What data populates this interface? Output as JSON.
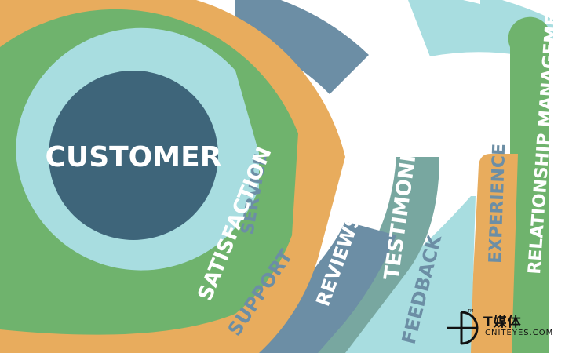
{
  "colors": {
    "teal_light": "#a8dde0",
    "green": "#6fb36d",
    "orange": "#e8ac5d",
    "slate": "#6c8ea5",
    "sage": "#78a7a0",
    "core": "#3e657a",
    "label_on_light": "#6c8ea5",
    "label_on_dark": "#ffffff"
  },
  "core": {
    "label": "CUSTOMER"
  },
  "rings": [
    {
      "label": "SERVICE",
      "color": "#a8dde0",
      "text_color": "#6c8ea5"
    },
    {
      "label": "SATISFACTION",
      "color": "#6fb36d",
      "text_color": "#ffffff"
    },
    {
      "label": "SUPPORT",
      "color": "#e8ac5d",
      "text_color": "#6c8ea5"
    },
    {
      "label": "REVIEWS",
      "color": "#6c8ea5",
      "text_color": "#ffffff"
    },
    {
      "label": "TESTIMONIALS",
      "color": "#78a7a0",
      "text_color": "#ffffff"
    },
    {
      "label": "FEEDBACK",
      "color": "#a8dde0",
      "text_color": "#6c8ea5"
    },
    {
      "label": "EXPERIENCE",
      "color": "#e8ac5d",
      "text_color": "#6c8ea5"
    },
    {
      "label": "RELATIONSHIP MANAGEMENT",
      "color": "#6fb36d",
      "text_color": "#ffffff"
    }
  ],
  "watermark": {
    "cn": "T媒体",
    "en": "CNITEYES.COM",
    "tm": "TM"
  }
}
